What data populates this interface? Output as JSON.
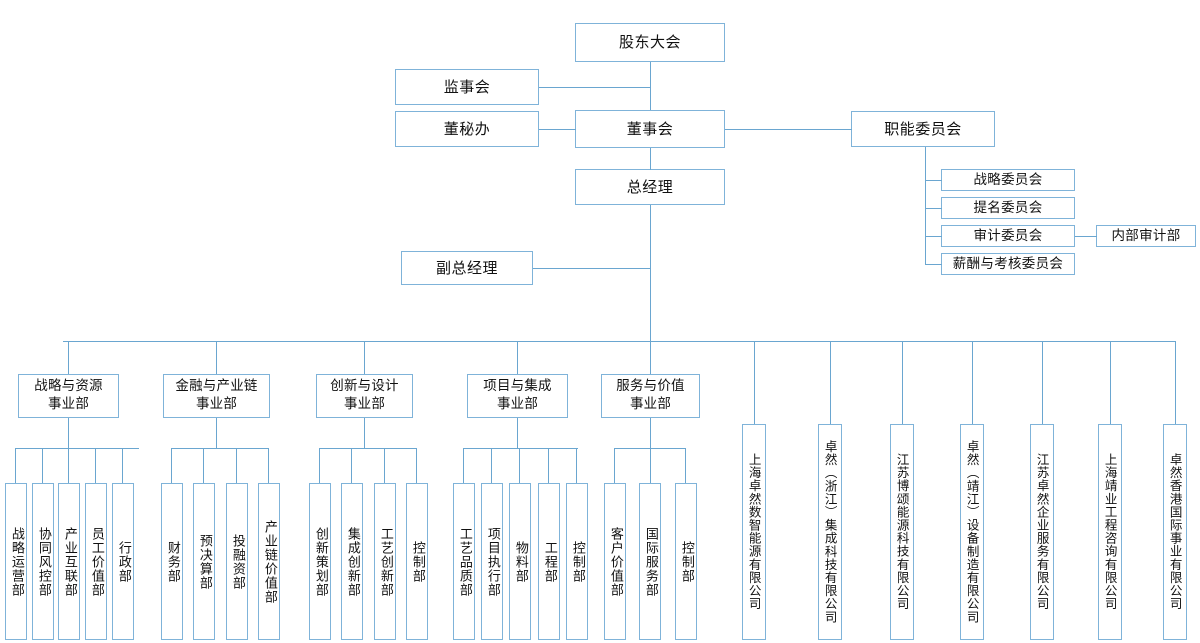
{
  "meta": {
    "title": "公司组织结构图",
    "line_color": "#6aa6d0",
    "border_color": "#7fb3d9",
    "background": "#ffffff"
  },
  "governance": {
    "shareholders_meeting": "股东大会",
    "supervisory_board": "监事会",
    "board_secretary_office": "董秘办",
    "board_of_directors": "董事会",
    "general_manager": "总经理",
    "deputy_general_manager": "副总经理",
    "functional_committee": "职能委员会"
  },
  "committees": [
    {
      "label": "战略委员会"
    },
    {
      "label": "提名委员会"
    },
    {
      "label": "审计委员会"
    },
    {
      "label": "薪酬与考核委员会"
    }
  ],
  "internal_audit": "内部审计部",
  "divisions": [
    {
      "label": "战略与资源\n事业部",
      "departments": [
        "战略运营部",
        "协同风控部",
        "产业互联部",
        "员工价值部",
        "行政部"
      ]
    },
    {
      "label": "金融与产业链\n事业部",
      "departments": [
        "财务部",
        "预决算部",
        "投融资部",
        "产业链价值部"
      ]
    },
    {
      "label": "创新与设计\n事业部",
      "departments": [
        "创新策划部",
        "集成创新部",
        "工艺创新部",
        "控制部"
      ]
    },
    {
      "label": "项目与集成\n事业部",
      "departments": [
        "工艺品质部",
        "项目执行部",
        "物料部",
        "工程部",
        "控制部"
      ]
    },
    {
      "label": "服务与价值\n事业部",
      "departments": [
        "客户价值部",
        "国际服务部",
        "控制部"
      ]
    }
  ],
  "subsidiaries": [
    {
      "label": "上海卓然数智能源有限公司"
    },
    {
      "label": "卓然（浙江）集成科技有限公司"
    },
    {
      "label": "江苏博颂能源科技有限公司"
    },
    {
      "label": "卓然（靖江）设备制造有限公司"
    },
    {
      "label": "江苏卓然企业服务有限公司"
    },
    {
      "label": "上海靖业工程咨询有限公司"
    },
    {
      "label": "卓然香港国际事业有限公司"
    }
  ]
}
